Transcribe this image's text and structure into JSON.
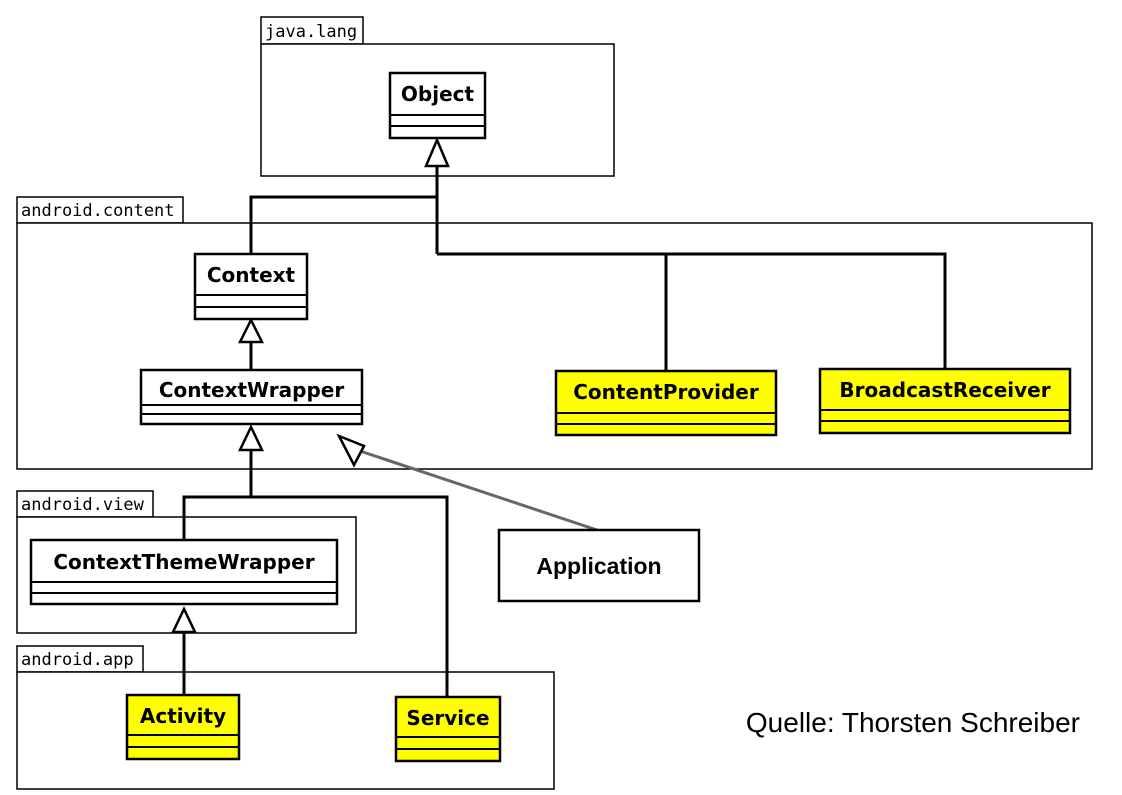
{
  "colors": {
    "highlight": "#ffff00",
    "plain": "#ffffff",
    "line": "#000000",
    "application_link": "#666666"
  },
  "packages": {
    "java_lang": "java.lang",
    "android_content": "android.content",
    "android_view": "android.view",
    "android_app": "android.app"
  },
  "classes": {
    "object": "Object",
    "context": "Context",
    "context_wrapper": "ContextWrapper",
    "content_provider": "ContentProvider",
    "broadcast_receiver": "BroadcastReceiver",
    "context_theme_wrapper": "ContextThemeWrapper",
    "application": "Application",
    "activity": "Activity",
    "service": "Service"
  },
  "source": "Quelle: Thorsten Schreiber"
}
